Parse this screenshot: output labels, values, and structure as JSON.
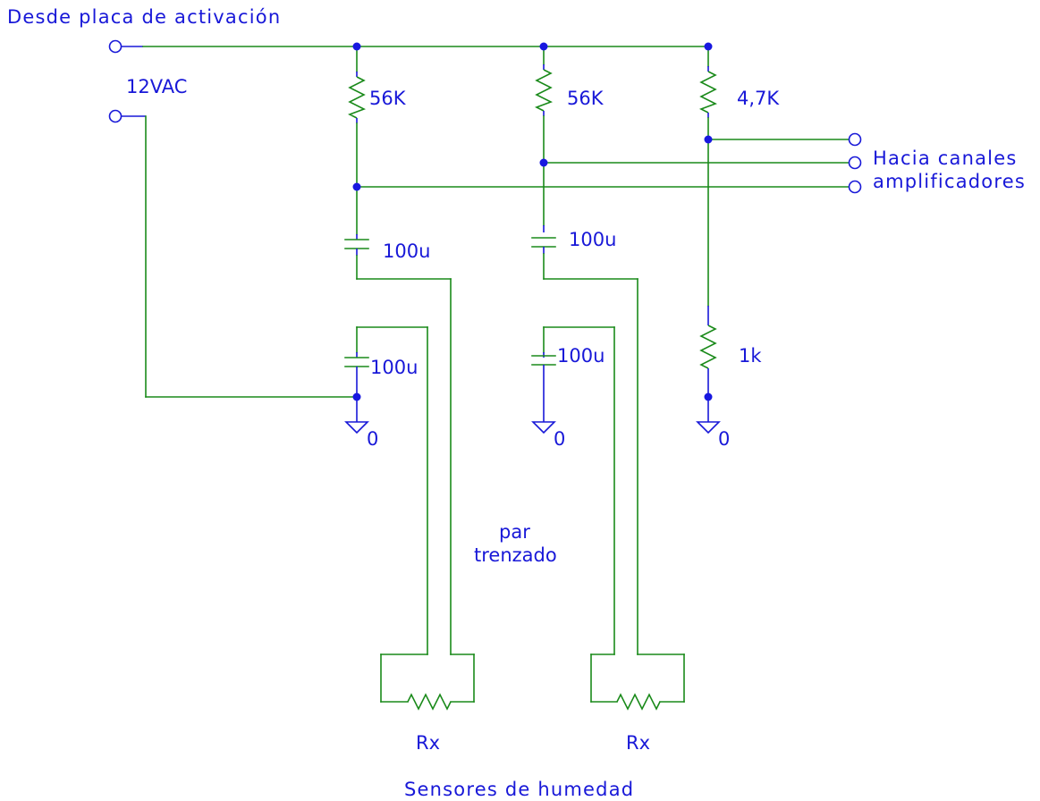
{
  "labels": {
    "source": "Desde placa de activación",
    "supply": "12VAC",
    "r1": "56K",
    "r2": "56K",
    "r3": "4,7K",
    "r4": "1k",
    "c1": "100u",
    "c2": "100u",
    "c3": "100u",
    "c4": "100u",
    "gnd1": "0",
    "gnd2": "0",
    "gnd3": "0",
    "out1": "Hacia canales",
    "out2": "amplificadores",
    "cable1": "par",
    "cable2": "trenzado",
    "sensor1": "Rx",
    "sensor2": "Rx",
    "caption": "Sensores de humedad"
  },
  "colors": {
    "wire": "#1a8a1a",
    "text": "#1818d8",
    "node": "#1818e0"
  }
}
